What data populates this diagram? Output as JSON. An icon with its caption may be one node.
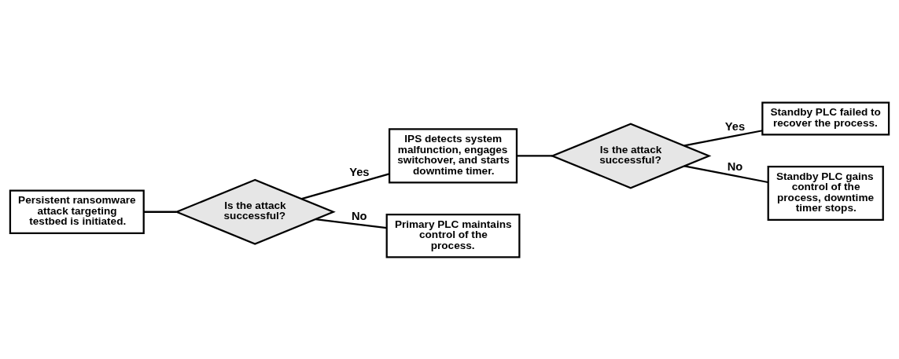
{
  "diagram": {
    "nodes": [
      {
        "text": [
          "Persistent ransomware attack targeting testbed is initiated."
        ]
      },
      {
        "text": [
          "Is the attack successful?"
        ]
      },
      {
        "text": [
          "IPS detects system malfunction, engages switchover, and starts downtime timer."
        ]
      },
      {
        "text": [
          "Primary PLC maintains control of the process."
        ]
      },
      {
        "text": [
          "Is the attack successful?"
        ]
      },
      {
        "text": [
          "Standby PLC failed to recover the process."
        ]
      },
      {
        "text": [
          "Standby PLC gains control of the process, downtime timer stops."
        ]
      }
    ],
    "edges": [
      {
        "from": 0,
        "to": 1,
        "arrow": "none"
      },
      {
        "from": 1,
        "to": 2,
        "arrow": "none",
        "label": "Yes"
      },
      {
        "from": 1,
        "to": 3,
        "arrow": "none",
        "label": "No"
      },
      {
        "from": 2,
        "to": 4,
        "arrow": "none"
      },
      {
        "from": 4,
        "to": 5,
        "arrow": "none",
        "label": "Yes"
      },
      {
        "from": 4,
        "to": 6,
        "arrow": "none",
        "label": "No"
      }
    ]
  }
}
